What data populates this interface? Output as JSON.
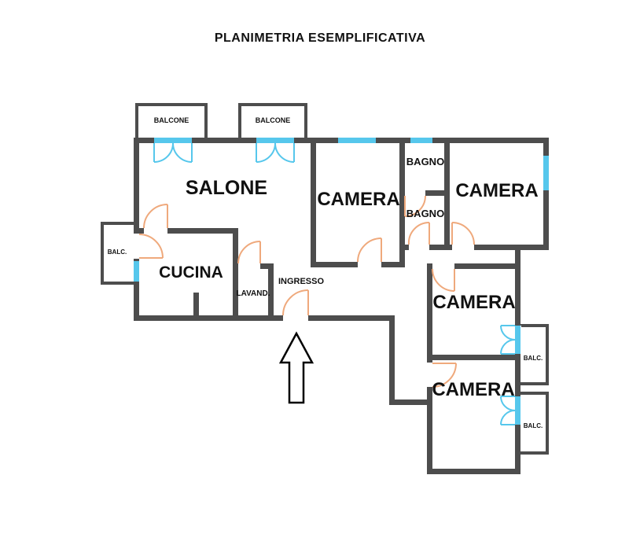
{
  "title": "PLANIMETRIA ESEMPLIFICATIVA",
  "rooms": {
    "salone": "SALONE",
    "cucina": "CUCINA",
    "ingresso": "INGRESSO",
    "lavanderia": "LAVAND.",
    "bagno_1": "BAGNO",
    "bagno_2": "BAGNO",
    "camera_top": "CAMERA",
    "camera_top_right": "CAMERA",
    "camera_middle_right": "CAMERA",
    "camera_bottom_right": "CAMERA"
  },
  "balconies": {
    "balcone_top_left": "BALCONE",
    "balcone_top_middle": "BALCONE",
    "balc_left": "BALC.",
    "balc_right_upper": "BALC.",
    "balc_right_lower": "BALC."
  },
  "icons": {
    "entrance_arrow": "up-arrow"
  },
  "colors": {
    "wall": "#4d4d4d",
    "door": "#efa97c",
    "window": "#56c7ec",
    "text": "#111111"
  }
}
